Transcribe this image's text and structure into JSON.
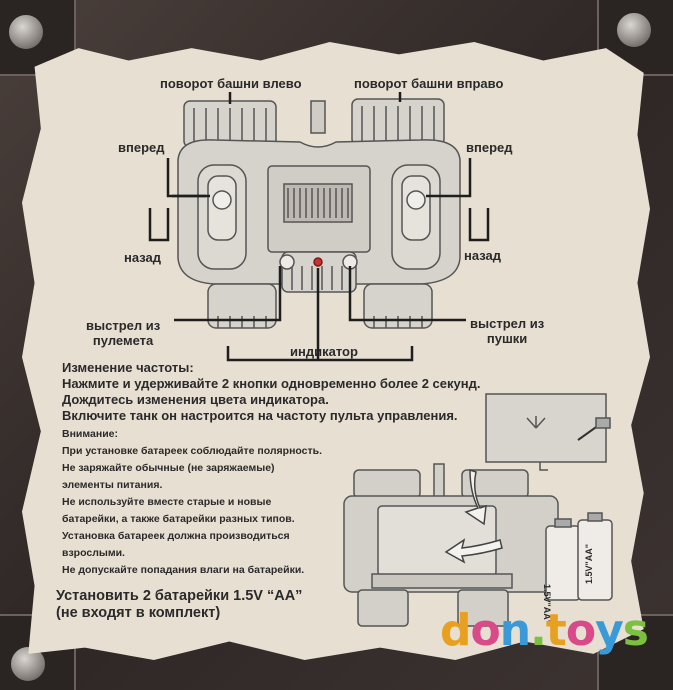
{
  "labels": {
    "turret_left": "поворот башни влево",
    "turret_right": "поворот башни вправо",
    "forward_left": "вперед",
    "forward_right": "вперед",
    "back_left": "назад",
    "back_right": "назад",
    "mg_fire_line1": "выстрел из",
    "mg_fire_line2": "пулемета",
    "cannon_fire_line1": "выстрел из",
    "cannon_fire_line2": "пушки",
    "indicator": "индикатор"
  },
  "frequency": {
    "heading": "Изменение частоты:",
    "line1": "Нажмите и удерживайте 2 кнопки одновременно более 2 секунд.",
    "line2": "Дождитесь изменения цвета индикатора.",
    "line3": "Включите танк он настроится на частоту пульта управления."
  },
  "warning": {
    "heading": "Внимание:",
    "lines": [
      "При установке батареек соблюдайте полярность.",
      "Не заряжайте обычные (не заряжаемые)",
      "элементы питания.",
      "Не используйте вместе старые и новые",
      "батарейки, а также батарейки разных типов.",
      "Установка батареек должна производиться",
      "взрослыми.",
      "Не допускайте попадания влаги на батарейки."
    ]
  },
  "batteries": {
    "line1": "Установить 2 батарейки 1.5V “AA”",
    "line2": "(не входят в комплект)",
    "cell_label": "1.5V\"AA\""
  },
  "watermark": {
    "text": "don.toys",
    "colors": [
      "#e8a020",
      "#d84a8a",
      "#3a9ad8",
      "#7cc040"
    ]
  }
}
